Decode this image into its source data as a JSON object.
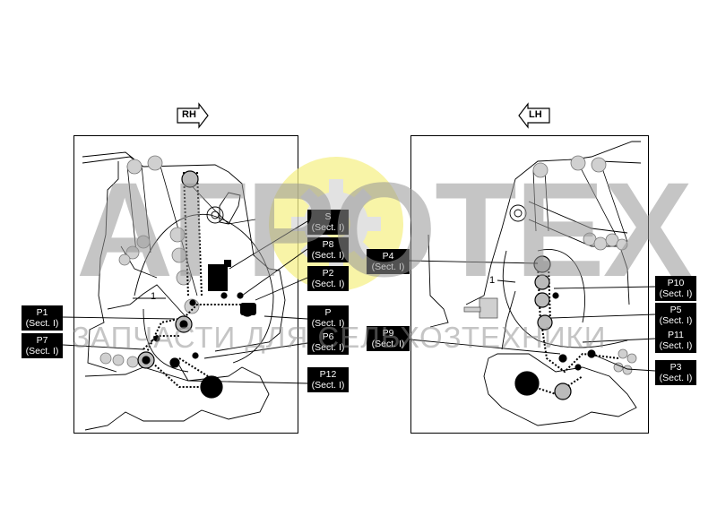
{
  "views": {
    "rh_label": "RH",
    "lh_label": "LH"
  },
  "callouts": {
    "S": {
      "id": "S",
      "sect": "(Sect. I)"
    },
    "P8": {
      "id": "P8",
      "sect": "(Sect. I)"
    },
    "P2": {
      "id": "P2",
      "sect": "(Sect. I)"
    },
    "P": {
      "id": "P",
      "sect": "(Sect. I)"
    },
    "P6": {
      "id": "P6",
      "sect": "(Sect. I)"
    },
    "P12": {
      "id": "P12",
      "sect": "(Sect. I)"
    },
    "P1": {
      "id": "P1",
      "sect": "(Sect. I)"
    },
    "P7": {
      "id": "P7",
      "sect": "(Sect. I)"
    },
    "P4": {
      "id": "P4",
      "sect": "(Sect. I)"
    },
    "P9": {
      "id": "P9",
      "sect": "(Sect. I)"
    },
    "P10": {
      "id": "P10",
      "sect": "(Sect. I)"
    },
    "P5": {
      "id": "P5",
      "sect": "(Sect. I)"
    },
    "P11": {
      "id": "P11",
      "sect": "(Sect. I)"
    },
    "P3": {
      "id": "P3",
      "sect": "(Sect. I)"
    }
  },
  "ref_numbers": {
    "rh": "1",
    "lh": "1"
  },
  "watermark": {
    "main": "АГРОТЕХ",
    "sub": "ЗАПЧАСТИ ДЛЯ СЕЛЬХОЗТЕХНИКИ",
    "accent": "#f5f07a"
  },
  "colors": {
    "line": "#000000",
    "roller": "#cccccc",
    "tag_bg": "#000000",
    "tag_fg": "#ffffff"
  }
}
